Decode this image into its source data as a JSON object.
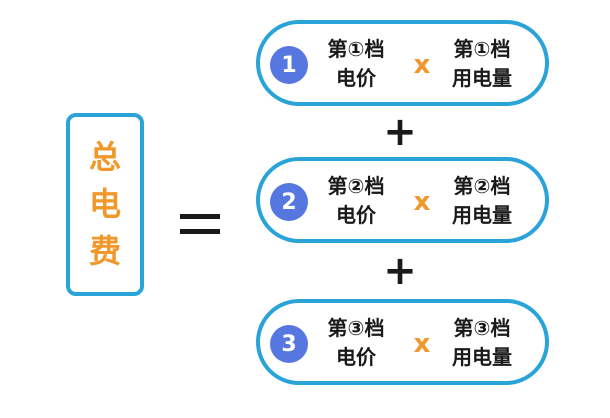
{
  "total": {
    "chars": [
      "总",
      "电",
      "费"
    ]
  },
  "equals": "=",
  "tiers": [
    {
      "badge": "1",
      "price": [
        "第①档",
        "电价"
      ],
      "times": "x",
      "usage": [
        "第①档",
        "用电量"
      ]
    },
    {
      "badge": "2",
      "price": [
        "第②档",
        "电价"
      ],
      "times": "x",
      "usage": [
        "第②档",
        "用电量"
      ]
    },
    {
      "badge": "3",
      "price": [
        "第③档",
        "电价"
      ],
      "times": "x",
      "usage": [
        "第③档",
        "用电量"
      ]
    }
  ],
  "plus": [
    "+",
    "+"
  ],
  "colors": {
    "border": "#29a3d8",
    "accent": "#f0982a",
    "badge": "#5677e0",
    "text": "#1a1a1a"
  }
}
